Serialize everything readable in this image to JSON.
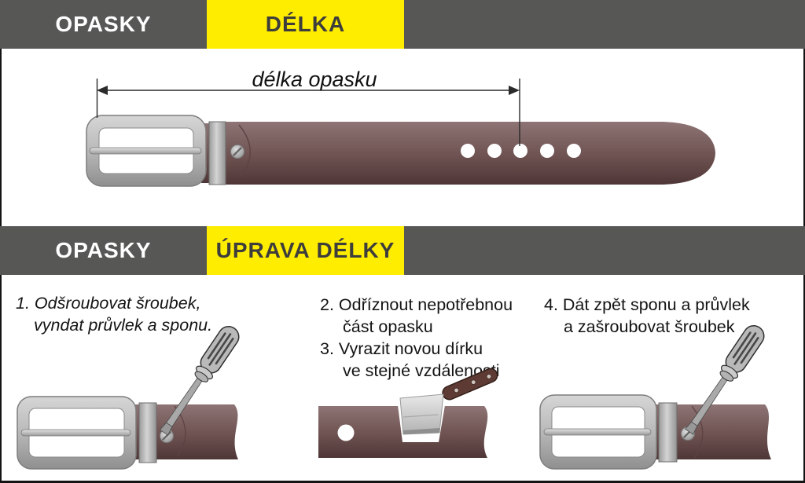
{
  "section_length": {
    "tab_opasky": "OPASKY",
    "tab_delka": "DÉLKA",
    "dimension_label": "délka opasku",
    "belt": {
      "holes_count": 5
    }
  },
  "section_adjust": {
    "tab_opasky": "OPASKY",
    "tab_uprava_delky": "ÚPRAVA DÉLKY",
    "steps": [
      {
        "lines": [
          "1. Odšroubovat šroubek,",
          "vyndat průvlek a sponu."
        ]
      },
      {
        "lines": [
          "2. Odříznout nepotřebnou",
          "část opasku",
          "3. Vyrazit novou dírku",
          "ve stejné vzdálenosti"
        ]
      },
      {
        "lines": [
          "4. Dát zpět sponu a průvlek",
          "a zašroubovat šroubek"
        ]
      }
    ]
  },
  "colors": {
    "header_bg": "#575756",
    "highlight_yellow": "#ffed00",
    "header_text_light": "#ffffff",
    "header_text_dark": "#3d3d3c",
    "belt_light": "#8e7474",
    "belt_dark": "#4f3636",
    "frame_border": "#141414"
  }
}
